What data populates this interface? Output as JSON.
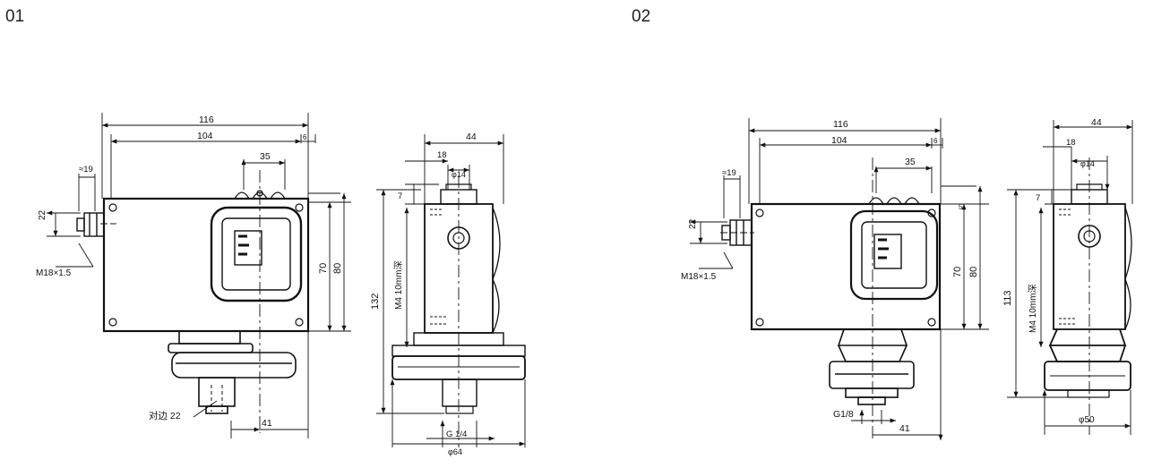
{
  "panels": [
    {
      "label": "01",
      "front": {
        "width_overall": "116",
        "width_body": "104",
        "offset_right": "6",
        "dim_top_center": "35",
        "approx_left": "≈19",
        "height_left": "22",
        "thread": "M18×1.5",
        "height_body": "70",
        "height_overall": "80",
        "dim_bottom": "41",
        "across_flats": "对边 22"
      },
      "side": {
        "width_overall": "44",
        "dim_18": "18",
        "dia_14": "φ14",
        "dim_7": "7",
        "height_overall": "132",
        "mounting": "M4 10mm深",
        "fitting": "G 1/4",
        "dia_base": "φ64"
      }
    },
    {
      "label": "02",
      "front": {
        "width_overall": "116",
        "width_body": "104",
        "offset_right": "6",
        "dim_top_center": "35",
        "approx_left": "≈19",
        "height_left": "22",
        "thread": "M18×1.5",
        "height_body": "70",
        "height_overall": "80",
        "dim_bottom": "41",
        "fitting": "G1/8",
        "offset_5": "5"
      },
      "side": {
        "width_overall": "44",
        "dim_18": "18",
        "dia_14": "φ14",
        "dim_7": "7",
        "height_overall": "113",
        "mounting": "M4 10mm深",
        "dia_base": "φ50"
      }
    }
  ]
}
